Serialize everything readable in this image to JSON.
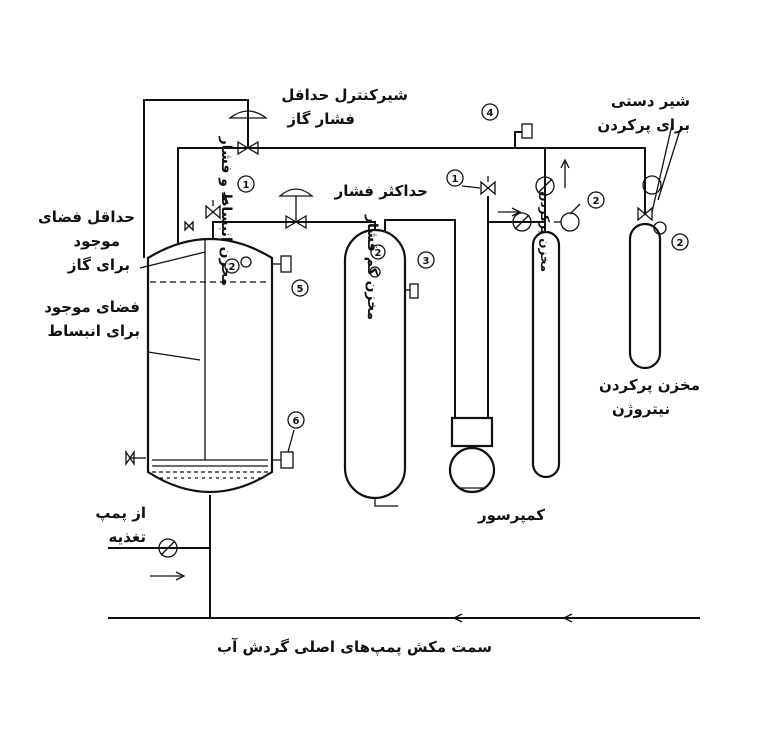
{
  "labels": {
    "min_pressure_valve": [
      "شیرکنترل حداقل",
      "فشار گاز"
    ],
    "manual_valve": [
      "شیر دستی",
      "برای پرکردن"
    ],
    "max_pressure": "حداکثر فشار",
    "min_gas_space": [
      "حداقل فضای",
      "موجود",
      "برای گاز"
    ],
    "expansion_space": [
      "فضای موجود",
      "برای انبساط"
    ],
    "from_feed_pump": [
      "از پمپ",
      "تغذیه"
    ],
    "compressor": "کمپرسور",
    "nitrogen_tank": [
      "مخزن پرکردن",
      "نیتروژن"
    ],
    "main_suction": "سمت مکش پمپ‌های اصلی گردش آب"
  },
  "vessels": {
    "expansion_tank": "مخزن انبساط و فشار",
    "low_pressure_tank": "مخزن کم فشار",
    "charging_tank": "مخزن پرکردن"
  },
  "instrument_numbers": {
    "n1a": "1",
    "n1b": "1",
    "n2a": "2",
    "n2b": "2",
    "n2c": "2",
    "n2d": "2",
    "n3": "3",
    "n4": "4",
    "n5": "5",
    "n6": "6"
  }
}
